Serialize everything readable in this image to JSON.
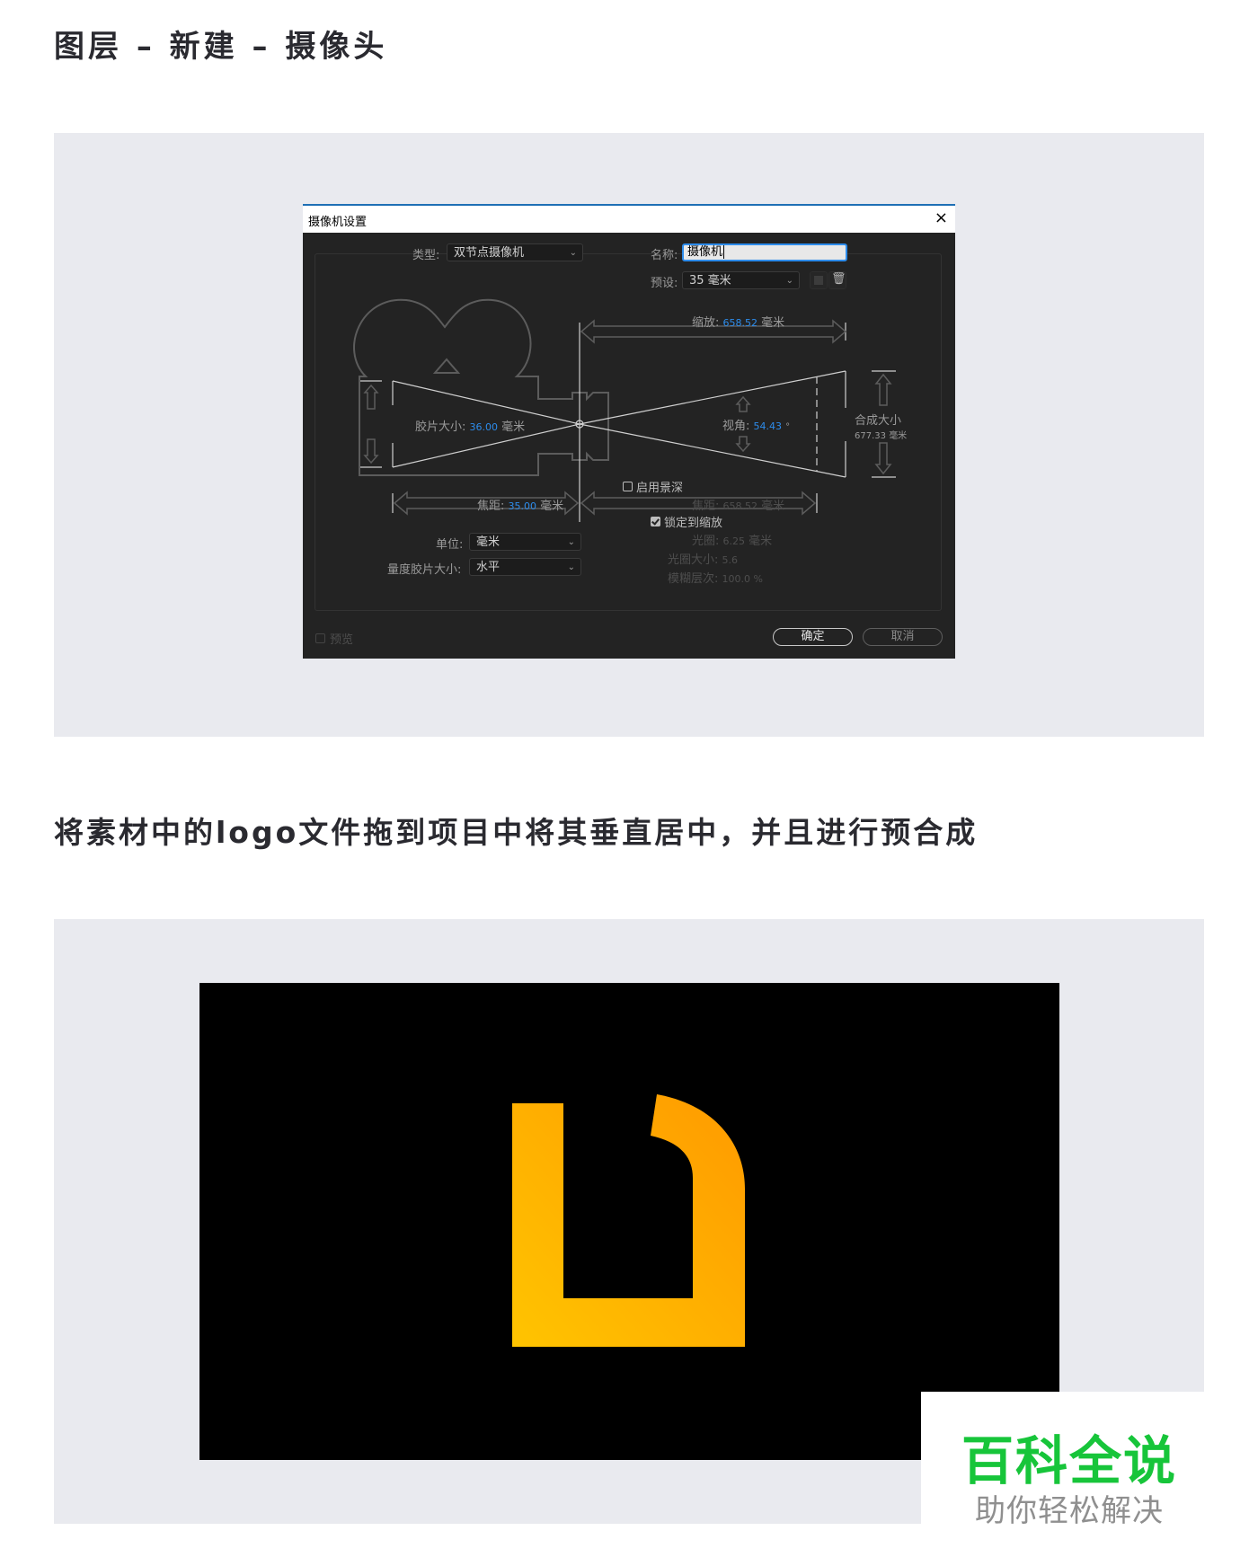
{
  "headings": {
    "section1": "图层 – 新建 – 摄像头",
    "section2": "将素材中的logo文件拖到项目中将其垂直居中，并且进行预合成"
  },
  "dialog": {
    "title": "摄像机设置",
    "close_icon": "×",
    "type_label": "类型:",
    "type_value": "双节点摄像机",
    "name_label": "名称:",
    "name_value": "摄像机",
    "preset_label": "预设:",
    "preset_value": "35 毫米",
    "zoom_label": "缩放:",
    "zoom_value": "658.52",
    "film_size_label": "胶片大小:",
    "film_size_value": "36.00",
    "angle_label": "视角:",
    "angle_value": "54.43",
    "angle_unit": "°",
    "comp_size_label": "合成大小",
    "comp_size_value": "677.33",
    "focal_label": "焦距:",
    "focal_value": "35.00",
    "dof_label": "启用景深",
    "dof_checked": false,
    "focus_dist_label": "焦距:",
    "focus_dist_value": "658.52",
    "lock_zoom_label": "锁定到缩放",
    "lock_zoom_checked": true,
    "aperture_label": "光圈:",
    "aperture_value": "6.25",
    "fstop_label": "光圈大小:",
    "fstop_value": "5.6",
    "blur_label": "模糊层次:",
    "blur_value": "100.0 %",
    "unit_mm": "毫米",
    "units_label": "单位:",
    "units_value": "毫米",
    "measure_label": "量度胶片大小:",
    "measure_value": "水平",
    "preview_label": "预览",
    "ok_label": "确定",
    "cancel_label": "取消",
    "accent_color": "#2d8ceb"
  },
  "preview": {
    "logo_gradient": [
      "#ffc400",
      "#ff9a00"
    ],
    "background": "#000000"
  },
  "watermark": {
    "main": "百科全说",
    "sub": "助你轻松解决",
    "main_color": "#17c53a"
  }
}
